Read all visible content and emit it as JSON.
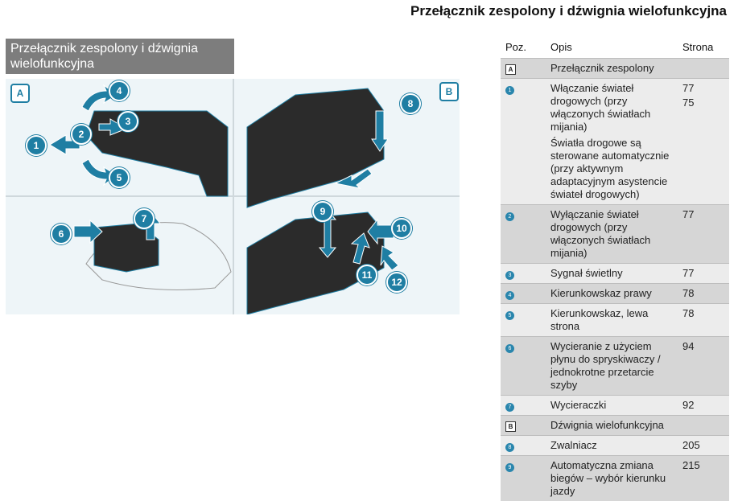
{
  "page_title": "Przełącznik zespolony i dźwignia wielofunkcyjna",
  "section_heading": "Przełącznik zespolony i dźwignia wielofunkcyjna",
  "illustration": {
    "panel_labels": [
      "A",
      "B"
    ],
    "callouts": [
      "1",
      "2",
      "3",
      "4",
      "5",
      "6",
      "7",
      "8",
      "9",
      "10",
      "11",
      "12"
    ]
  },
  "table": {
    "headers": [
      "Poz.",
      "Opis",
      "Strona"
    ],
    "rows": [
      {
        "pos": "A",
        "type": "label",
        "desc": [
          "Przełącznik zespolony"
        ],
        "pages": []
      },
      {
        "pos": "1",
        "type": "num",
        "desc": [
          "Włączanie świateł drogowych (przy włączonych światłach mijania)",
          "Światła drogowe są sterowane automatycznie (przy aktywnym adaptacyjnym asystencie świateł drogowych)"
        ],
        "pages": [
          "77",
          "75"
        ]
      },
      {
        "pos": "2",
        "type": "num",
        "desc": [
          "Wyłączanie świateł drogowych (przy włączonych światłach mijania)"
        ],
        "pages": [
          "77"
        ]
      },
      {
        "pos": "3",
        "type": "num",
        "desc": [
          "Sygnał świetlny"
        ],
        "pages": [
          "77"
        ]
      },
      {
        "pos": "4",
        "type": "num",
        "desc": [
          "Kierunkowskaz prawy"
        ],
        "pages": [
          "78"
        ]
      },
      {
        "pos": "5",
        "type": "num",
        "desc": [
          "Kierunkowskaz, lewa strona"
        ],
        "pages": [
          "78"
        ]
      },
      {
        "pos": "6",
        "type": "num",
        "desc": [
          "Wycieranie z użyciem płynu do spryskiwaczy / jednokrotne przetarcie szyby"
        ],
        "pages": [
          "94"
        ]
      },
      {
        "pos": "7",
        "type": "num",
        "desc": [
          "Wycieraczki"
        ],
        "pages": [
          "92"
        ]
      },
      {
        "pos": "B",
        "type": "label",
        "desc": [
          "Dźwignia wielofunkcyjna"
        ],
        "pages": []
      },
      {
        "pos": "8",
        "type": "num",
        "desc": [
          "Zwalniacz"
        ],
        "pages": [
          "205"
        ]
      },
      {
        "pos": "9",
        "type": "num",
        "desc": [
          "Automatyczna zmiana biegów – wybór kierunku jazdy"
        ],
        "pages": [
          "215"
        ]
      }
    ]
  },
  "colors": {
    "accent": "#1f7ea3",
    "header_bg": "#7d7d7d",
    "row_dark": "#d6d6d6",
    "row_light": "#ececec"
  }
}
